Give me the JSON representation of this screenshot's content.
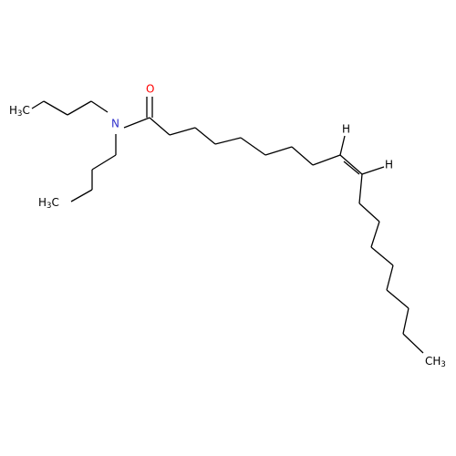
{
  "molecule": {
    "colors": {
      "carbon": "#000000",
      "nitrogen": "#3333cc",
      "oxygen": "#ff0000",
      "hydrogen": "#000000"
    },
    "labels": {
      "ch3_top": {
        "main": "H",
        "sub": "3",
        "tail": "C"
      },
      "ch3_bottom": {
        "main": "H",
        "sub": "3",
        "tail": "C"
      },
      "ch3_end": {
        "main": "CH",
        "sub": "3"
      },
      "nitrogen": "N",
      "oxygen": "O",
      "h_upper": "H",
      "h_lower": "H"
    }
  }
}
